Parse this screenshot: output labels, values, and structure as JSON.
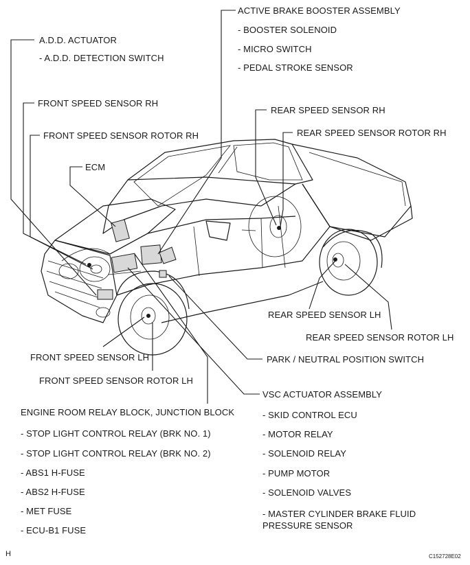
{
  "labels": {
    "active_brake_booster": "ACTIVE BRAKE BOOSTER ASSEMBLY",
    "booster_solenoid": "- BOOSTER SOLENOID",
    "micro_switch": "- MICRO SWITCH",
    "pedal_stroke_sensor": "- PEDAL STROKE SENSOR",
    "add_actuator": "A.D.D. ACTUATOR",
    "add_detection_switch": "- A.D.D. DETECTION SWITCH",
    "front_speed_sensor_rh": "FRONT SPEED SENSOR RH",
    "front_speed_sensor_rotor_rh": "FRONT SPEED SENSOR ROTOR RH",
    "ecm": "ECM",
    "rear_speed_sensor_rh": "REAR SPEED SENSOR RH",
    "rear_speed_sensor_rotor_rh": "REAR SPEED SENSOR ROTOR RH",
    "rear_speed_sensor_lh": "REAR SPEED SENSOR LH",
    "rear_speed_sensor_rotor_lh": "REAR SPEED SENSOR ROTOR LH",
    "front_speed_sensor_lh": "FRONT SPEED SENSOR LH",
    "park_neutral_switch": "PARK / NEUTRAL POSITION SWITCH",
    "front_speed_sensor_rotor_lh": "FRONT SPEED SENSOR ROTOR LH",
    "vsc_actuator": "VSC ACTUATOR ASSEMBLY",
    "skid_control_ecu": "- SKID CONTROL ECU",
    "motor_relay": "- MOTOR RELAY",
    "solenoid_relay": "- SOLENOID RELAY",
    "pump_motor": "- PUMP MOTOR",
    "solenoid_valves": "- SOLENOID VALVES",
    "master_cyl_line1": "- MASTER CYLINDER BRAKE FLUID",
    "master_cyl_line2": "PRESSURE SENSOR",
    "relay_block": "ENGINE ROOM RELAY BLOCK, JUNCTION BLOCK",
    "stop_light_relay_1": "- STOP LIGHT CONTROL RELAY (BRK NO. 1)",
    "stop_light_relay_2": "- STOP LIGHT CONTROL RELAY (BRK NO. 2)",
    "abs1_fuse": "- ABS1 H-FUSE",
    "abs2_fuse": "- ABS2 H-FUSE",
    "met_fuse": "- MET FUSE",
    "ecu_b1_fuse": "- ECU-B1 FUSE"
  },
  "corner_letter": "H",
  "figure_code": "C152728E02"
}
